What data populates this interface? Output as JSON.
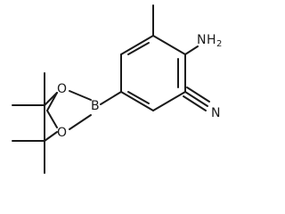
{
  "molecule": {
    "labels": {
      "amine_N": "N",
      "amine_H": "H",
      "amine_H_count": "2",
      "nitrile_N": "N",
      "boron": "B",
      "oxygen_upper": "O",
      "oxygen_lower": "O"
    }
  }
}
